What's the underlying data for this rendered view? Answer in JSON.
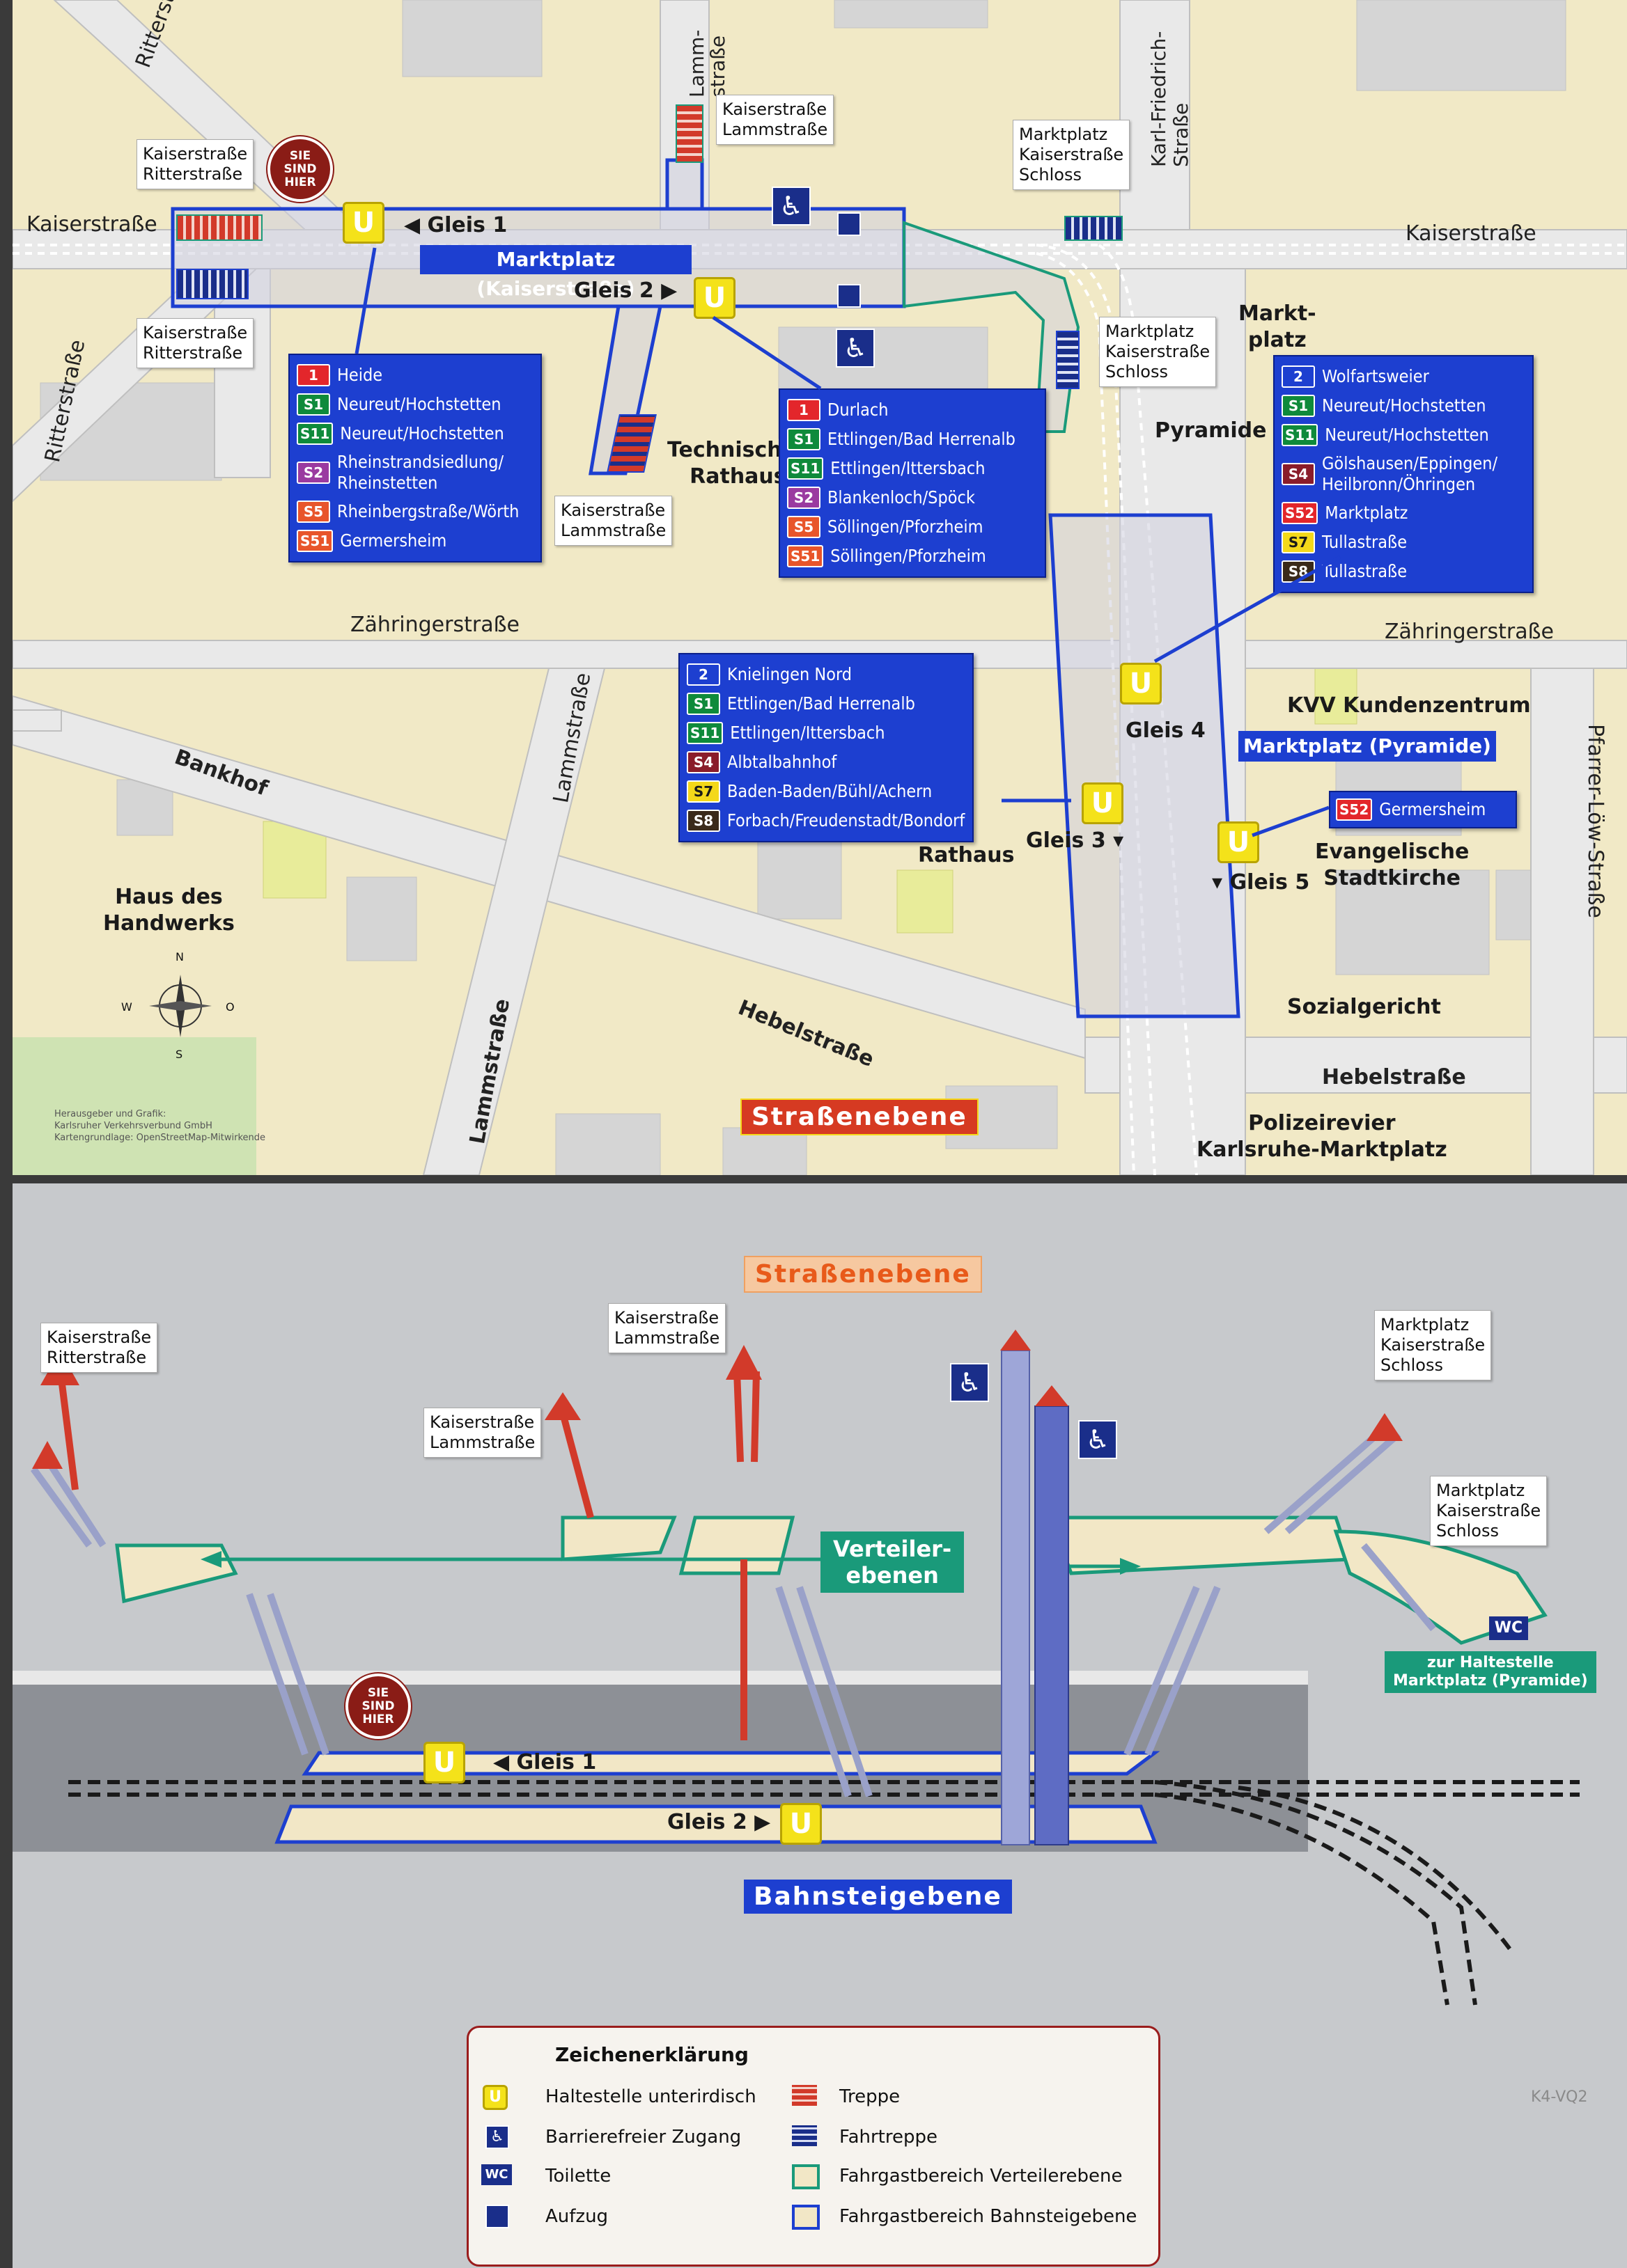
{
  "street_level": {
    "streets": {
      "kaiserstrasse_left": "Kaiserstraße",
      "kaiserstrasse_right": "Kaiserstraße",
      "ritterstrasse_top": "Ritterstraße",
      "ritterstrasse_left": "Ritterstraße",
      "lammstrasse_top": "Lamm-\nstraße",
      "karl_friedrich": "Karl-Friedrich-\nStraße",
      "zaehringer_left": "Zähringerstraße",
      "zaehringer_right": "Zähringerstraße",
      "lammstrasse_mid": "Lammstraße",
      "bankhof": "Bankhof",
      "hebel_left": "Hebelstraße",
      "hebel_right": "Hebelstraße",
      "lammstrasse_bottom": "Lammstraße",
      "pfarrer_loew": "Pfarrer-Löw-Straße"
    },
    "buildings": {
      "marktplatz": "Markt-\nplatz",
      "pyramide": "Pyramide",
      "technisches_rathaus": "Technisches\nRathaus",
      "rathaus": "Rathaus",
      "kvv": "KVV Kundenzentrum",
      "evangelische": "Evangelische\nStadtkirche",
      "haus_handwerks": "Haus des\nHandwerks",
      "sozialgericht": "Sozialgericht",
      "polizei": "Polizeirevier\nKarlsruhe-Marktplatz"
    },
    "exits": {
      "top_left": "Kaiserstraße\nRitterstraße",
      "top_lamm": "Kaiserstraße\nLammstraße",
      "top_right": "Marktplatz\nKaiserstraße\nSchloss",
      "bottom_left": "Kaiserstraße\nRitterstraße",
      "bottom_lamm": "Kaiserstraße\nLammstraße",
      "right_mid": "Marktplatz\nKaiserstraße\nSchloss"
    },
    "station_name": "Marktplatz (Kaiserstraße)",
    "pyramide_name": "Marktplatz (Pyramide)",
    "you_are_here": "SIE\nSIND\nHIER",
    "gleis1": "Gleis 1",
    "gleis2": "Gleis 2",
    "gleis3": "Gleis 3",
    "gleis4": "Gleis 4",
    "gleis5": "Gleis 5",
    "u_symbol": "U",
    "compass": {
      "n": "N",
      "w": "W",
      "o": "O",
      "s": "S"
    },
    "credits": "Herausgeber und Grafik:\nKarlsruher Verkehrsverbund GmbH\nKartengrundlage: OpenStreetMap-Mitwirkende",
    "level_label": "Straßenebene",
    "line_boxes": {
      "gleis1": [
        {
          "badge": "1",
          "color": "#e3262b",
          "dest": "Heide"
        },
        {
          "badge": "S1",
          "color": "#0f8a3b",
          "dest": "Neureut/Hochstetten"
        },
        {
          "badge": "S11",
          "color": "#0f8a3b",
          "dest": "Neureut/Hochstetten"
        },
        {
          "badge": "S2",
          "color": "#9a3aa0",
          "dest": "Rheinstrandsiedlung/\nRheinstetten"
        },
        {
          "badge": "S5",
          "color": "#e8552a",
          "dest": "Rheinbergstraße/Wörth"
        },
        {
          "badge": "S51",
          "color": "#e8552a",
          "dest": "Germersheim"
        }
      ],
      "gleis2": [
        {
          "badge": "1",
          "color": "#e3262b",
          "dest": "Durlach"
        },
        {
          "badge": "S1",
          "color": "#0f8a3b",
          "dest": "Ettlingen/Bad Herrenalb"
        },
        {
          "badge": "S11",
          "color": "#0f8a3b",
          "dest": "Ettlingen/Ittersbach"
        },
        {
          "badge": "S2",
          "color": "#9a3aa0",
          "dest": "Blankenloch/Spöck"
        },
        {
          "badge": "S5",
          "color": "#e8552a",
          "dest": "Söllingen/Pforzheim"
        },
        {
          "badge": "S51",
          "color": "#e8552a",
          "dest": "Söllingen/Pforzheim"
        }
      ],
      "gleis4": [
        {
          "badge": "2",
          "color": "#1d3fd0",
          "dest": "Wolfartsweier"
        },
        {
          "badge": "S1",
          "color": "#0f8a3b",
          "dest": "Neureut/Hochstetten"
        },
        {
          "badge": "S11",
          "color": "#0f8a3b",
          "dest": "Neureut/Hochstetten"
        },
        {
          "badge": "S4",
          "color": "#8a1c2a",
          "dest": "Gölshausen/Eppingen/\nHeilbronn/Öhringen"
        },
        {
          "badge": "S52",
          "color": "#e3262b",
          "dest": "Marktplatz"
        },
        {
          "badge": "S7",
          "color": "#f4d81a",
          "dest": "Tullastraße"
        },
        {
          "badge": "S8",
          "color": "#3a2a1a",
          "dest": "Tullastraße"
        }
      ],
      "gleis3": [
        {
          "badge": "2",
          "color": "#1d3fd0",
          "dest": "Knielingen Nord"
        },
        {
          "badge": "S1",
          "color": "#0f8a3b",
          "dest": "Ettlingen/Bad Herrenalb"
        },
        {
          "badge": "S11",
          "color": "#0f8a3b",
          "dest": "Ettlingen/Ittersbach"
        },
        {
          "badge": "S4",
          "color": "#8a1c2a",
          "dest": "Albtalbahnhof"
        },
        {
          "badge": "S7",
          "color": "#f4d81a",
          "dest": "Baden-Baden/Bühl/Achern"
        },
        {
          "badge": "S8",
          "color": "#3a2a1a",
          "dest": "Forbach/Freudenstadt/Bondorf"
        }
      ],
      "gleis5": [
        {
          "badge": "S52",
          "color": "#e3262b",
          "dest": "Germersheim"
        }
      ]
    }
  },
  "section": {
    "level_top": "Straßenebene",
    "level_bottom": "Bahnsteigebene",
    "verteiler": "Verteiler-\nebenen",
    "exits": {
      "ritter": "Kaiserstraße\nRitterstraße",
      "lamm_top": "Kaiserstraße\nLammstraße",
      "lamm_mid": "Kaiserstraße\nLammstraße",
      "schloss_top": "Marktplatz\nKaiserstraße\nSchloss",
      "schloss_mid": "Marktplatz\nKaiserstraße\nSchloss"
    },
    "pyramide_link": "zur Haltestelle\nMarktplatz (Pyramide)",
    "wc": "WC",
    "you_are_here": "SIE\nSIND\nHIER",
    "gleis1": "Gleis 1",
    "gleis2": "Gleis 2",
    "u_symbol": "U",
    "code": "K4-VQ2"
  },
  "legend": {
    "title": "Zeichenerklärung",
    "items": {
      "haltestelle": "Haltestelle unterirdisch",
      "barrierefrei": "Barrierefreier Zugang",
      "toilette": "Toilette",
      "aufzug": "Aufzug",
      "treppe": "Treppe",
      "fahrtreppe": "Fahrtreppe",
      "verteilerebene": "Fahrgastbereich Verteilerebene",
      "bahnsteigebene": "Fahrgastbereich Bahnsteigebene"
    },
    "wc_symbol": "WC",
    "u_symbol": "U"
  },
  "colors": {
    "map_bg": "#f1e9c6",
    "street": "#e6e6e6",
    "building": "#cfcfcf",
    "park": "#e8ec9a",
    "station_blue": "#1d3fd0",
    "section_bg": "#c7c9cc",
    "platform": "#f2e7c6",
    "verteiler_green": "#1a9a7a",
    "stairs_red": "#d23a2a"
  }
}
